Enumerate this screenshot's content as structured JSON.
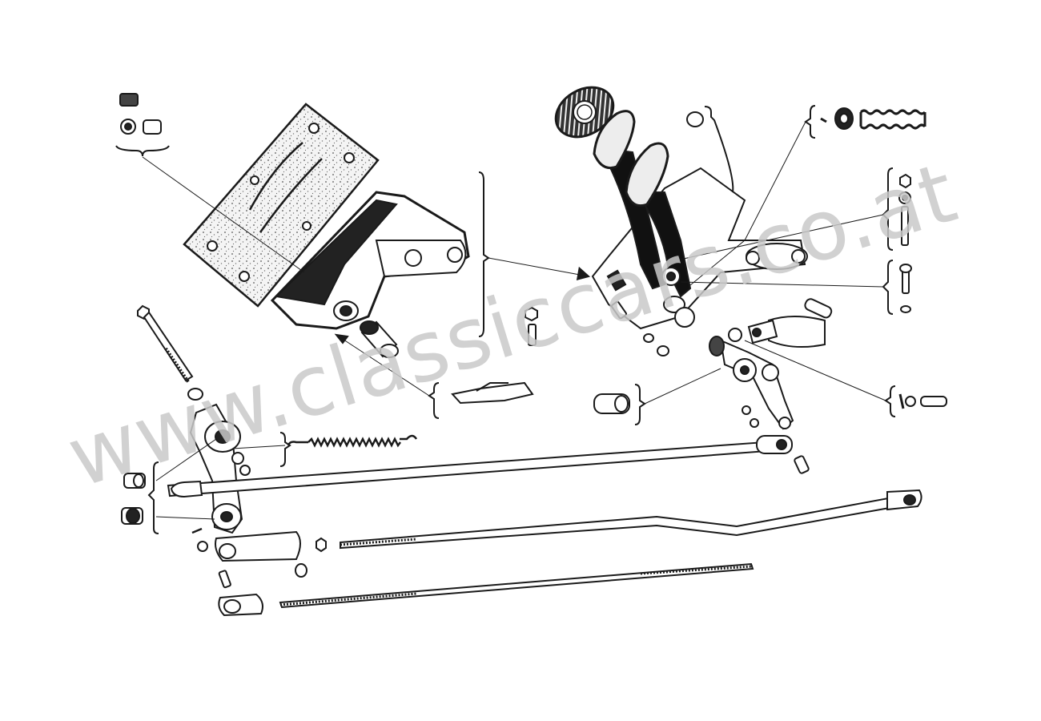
{
  "watermark": {
    "text": "www.classiccars.co.at",
    "color": "#c9c9c9"
  },
  "palette": {
    "ink": "#1a1a1a",
    "paper": "#ffffff",
    "pad": "#ececec"
  },
  "assemblies": [
    {
      "id": "brake-pedal-pad-with-logo"
    },
    {
      "id": "clutch-pedal"
    },
    {
      "id": "brake-pedal"
    },
    {
      "id": "pedal-bracket"
    },
    {
      "id": "return-spring"
    },
    {
      "id": "relay-lever"
    },
    {
      "id": "pushrods"
    }
  ]
}
